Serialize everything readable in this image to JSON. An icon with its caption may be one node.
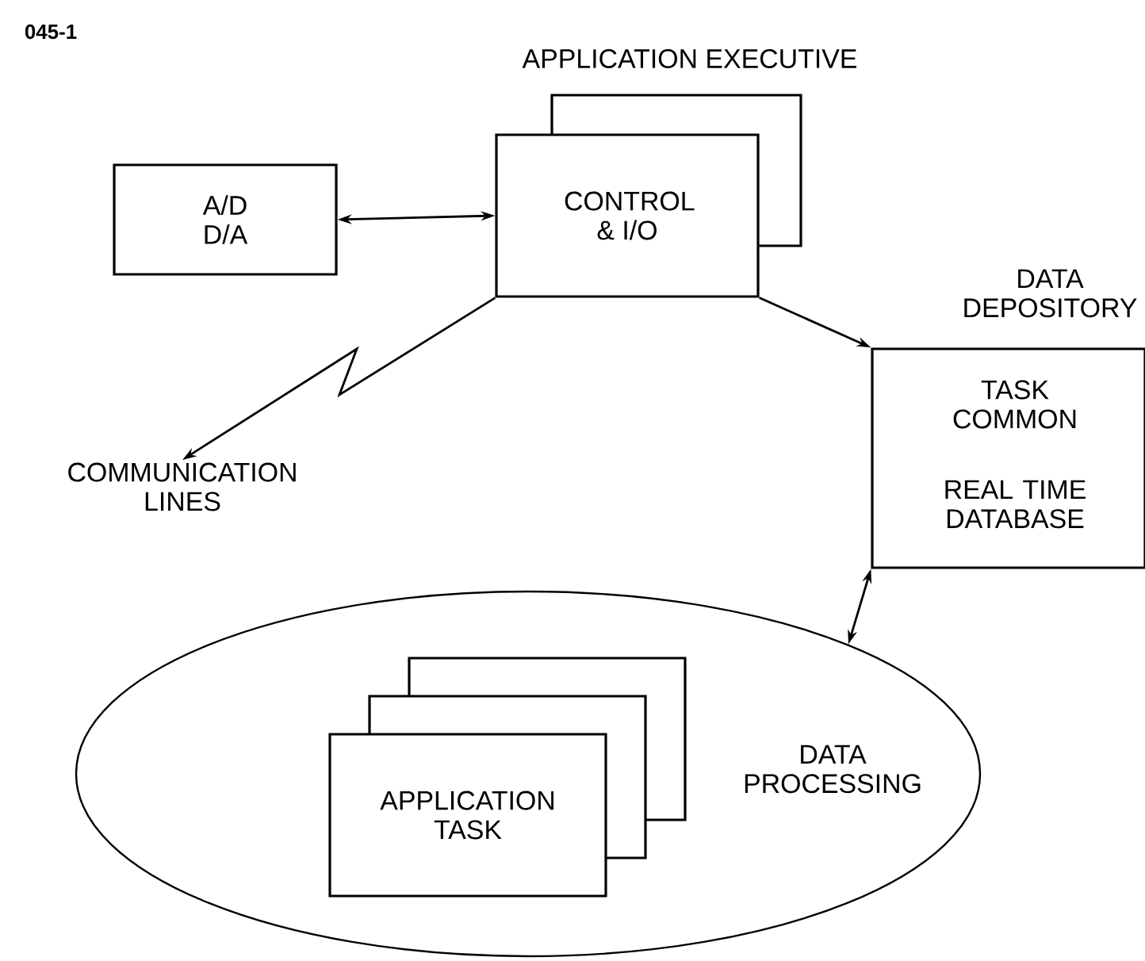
{
  "diagram": {
    "nodes": [
      {
        "text": [
          "A/D D/A"
        ]
      },
      {
        "text": [
          "APPLICATION EXECUTIVE",
          "CONTROL & I/O"
        ]
      },
      {
        "text": [
          "DATA DEPOSITORY",
          "TASK COMMON",
          "REAL TIME DATABASE"
        ]
      },
      {
        "text": [
          "DATA PROCESSING"
        ]
      },
      {
        "text": [
          "APPLICATION TASK"
        ],
        "in": 3
      },
      {
        "text": [
          "COMMUNICATION LINES"
        ]
      }
    ],
    "edges": [
      {
        "from": 0,
        "to": 1,
        "arrow": "both"
      },
      {
        "from": 1,
        "to": 2,
        "arrow": "to"
      },
      {
        "from": 1,
        "to": 5,
        "arrow": "to"
      },
      {
        "from": 3,
        "to": 2,
        "arrow": "both"
      }
    ],
    "labels": [
      "045-1"
    ]
  }
}
